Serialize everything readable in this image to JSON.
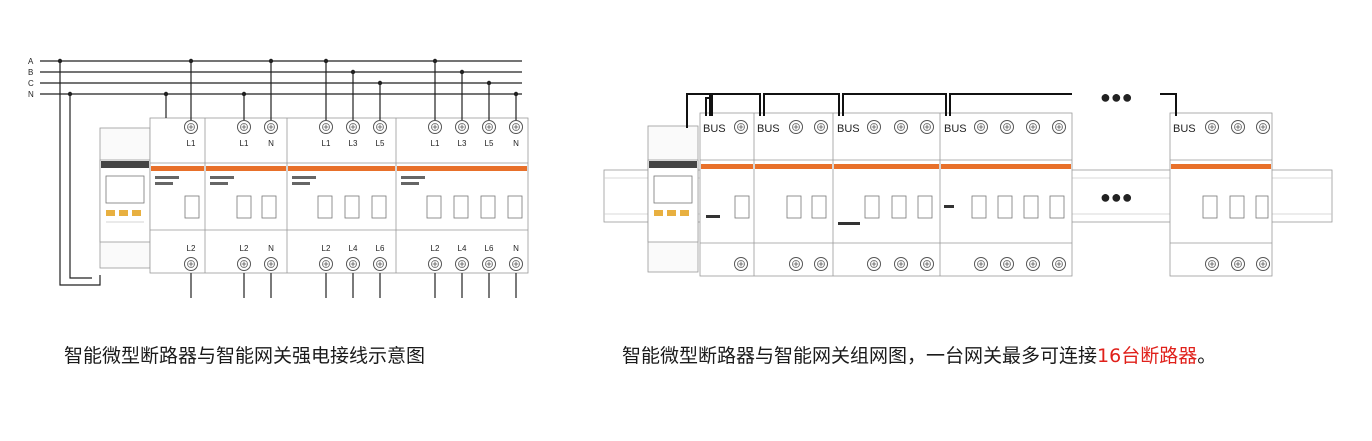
{
  "left": {
    "bus_labels": [
      "A",
      "B",
      "C",
      "N"
    ],
    "terminal_labels_top": [
      "L1",
      "L1",
      "N",
      "L1",
      "L3",
      "L5",
      "L1",
      "L3",
      "L5",
      "N"
    ],
    "terminal_labels_bottom": [
      "L2",
      "L2",
      "N",
      "L2",
      "L4",
      "L6",
      "L2",
      "L4",
      "L6",
      "N"
    ],
    "caption": "智能微型断路器与智能网关强电接线示意图"
  },
  "right": {
    "bus_labels": [
      "BUS",
      "BUS",
      "BUS",
      "BUS",
      "BUS"
    ],
    "ellipsis": "●●●",
    "caption_main": "智能微型断路器与智能网关组网图，一台网关最多可连接",
    "caption_highlight": "16台断路器",
    "caption_end": "。"
  },
  "colors": {
    "highlight": "#e0201a",
    "brand_band": "#e8702a",
    "wire": "#222222"
  }
}
